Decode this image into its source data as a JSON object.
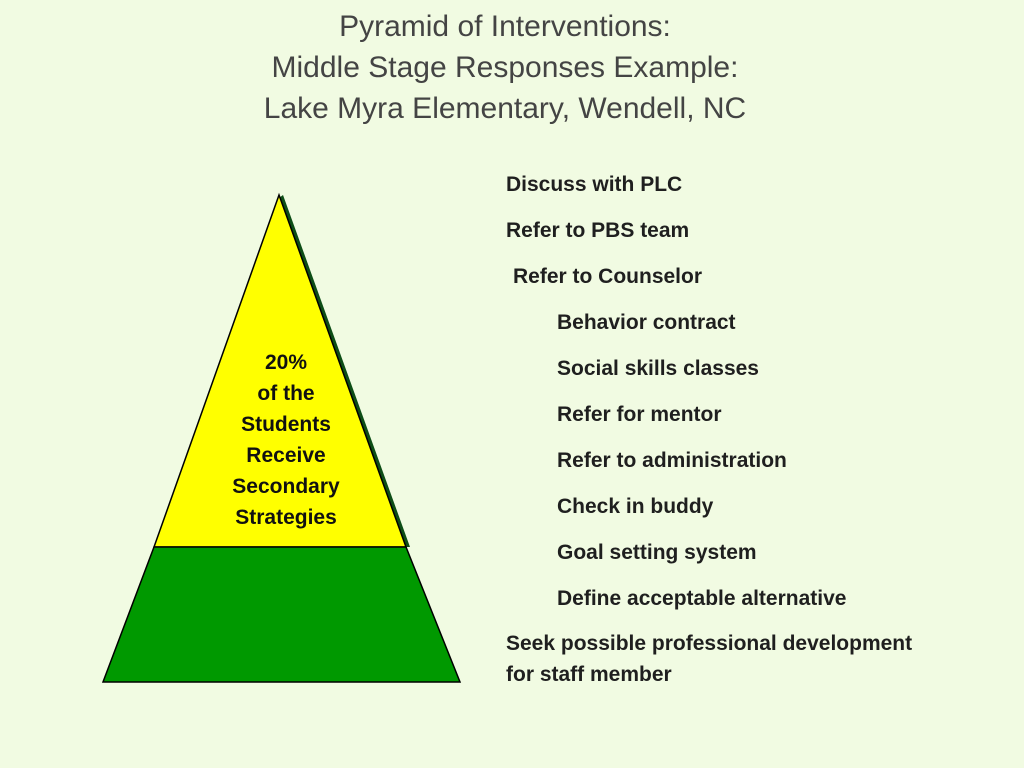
{
  "title": {
    "line1": "Pyramid of Interventions:",
    "line2": "Middle Stage Responses Example:",
    "line3": "Lake Myra Elementary, Wendell, NC"
  },
  "pyramid": {
    "label_lines": [
      "20%",
      "of the",
      "Students",
      "Receive",
      "Secondary",
      "Strategies"
    ],
    "colors": {
      "top_tier": "#ffff00",
      "bottom_tier": "#009900",
      "outline": "#000000"
    }
  },
  "actions": [
    "Discuss with PLC",
    "Refer to PBS team",
    "Refer to Counselor",
    "Behavior contract",
    "Social skills classes",
    "Refer for mentor",
    "Refer to administration",
    "Check in buddy",
    "Goal setting system",
    "Define acceptable alternative"
  ],
  "final_action": "Seek possible professional development for staff member"
}
